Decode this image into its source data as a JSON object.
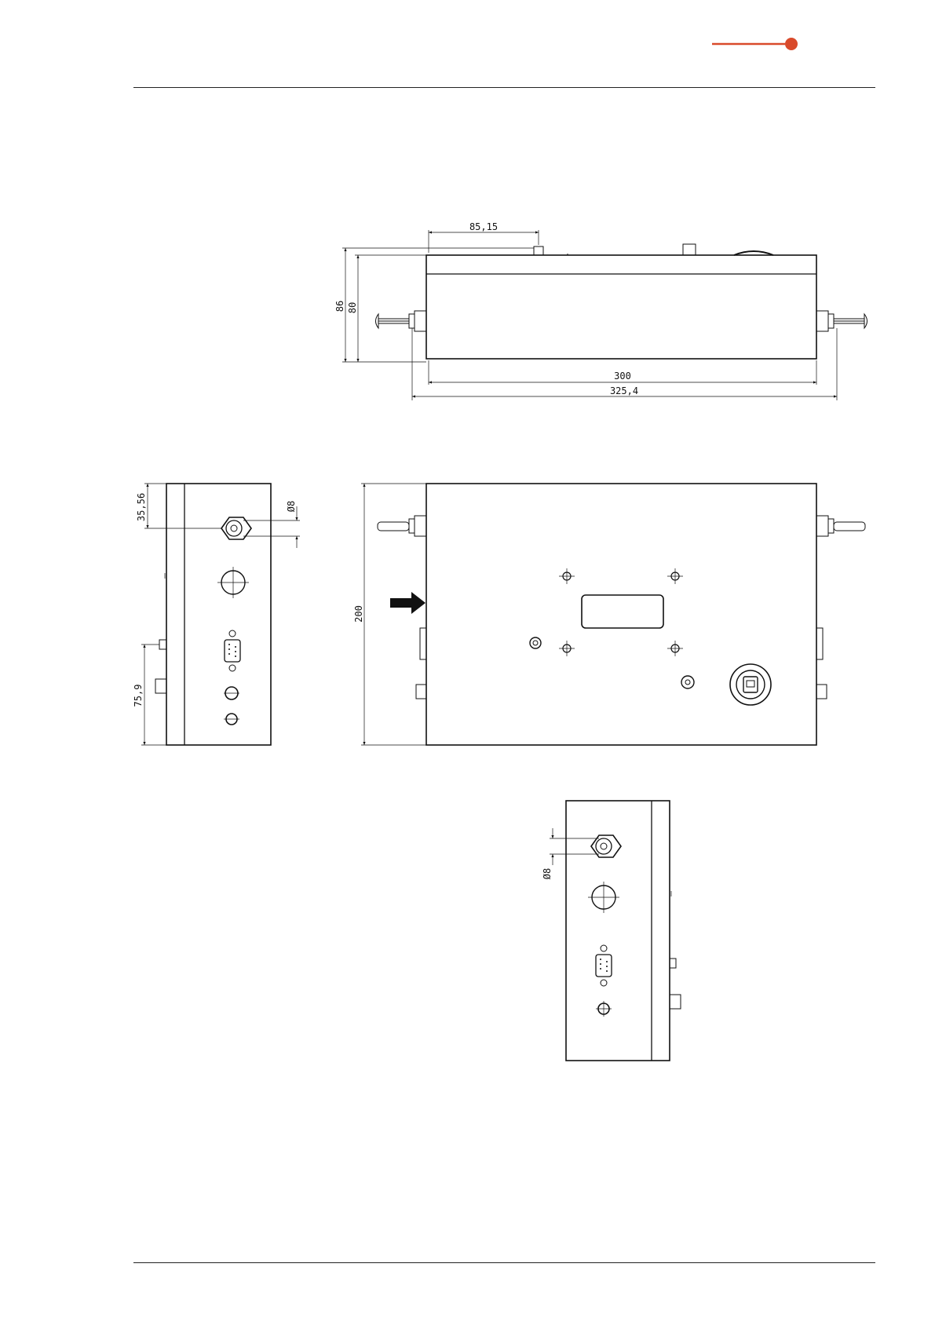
{
  "brand": {
    "accent_color": "#d94a2b",
    "logo": "red line with dot"
  },
  "dimensions": {
    "top_view": {
      "offset": "85,15",
      "height_total": "86",
      "height_body": "80",
      "length_body": "300",
      "length_total": "325,4"
    },
    "left_view": {
      "connector_offset": "35,56",
      "connector_diameter": "Ø8",
      "lower_offset": "75,9"
    },
    "front_view": {
      "width": "200"
    },
    "bottom_view": {
      "connector_diameter": "Ø8"
    }
  }
}
